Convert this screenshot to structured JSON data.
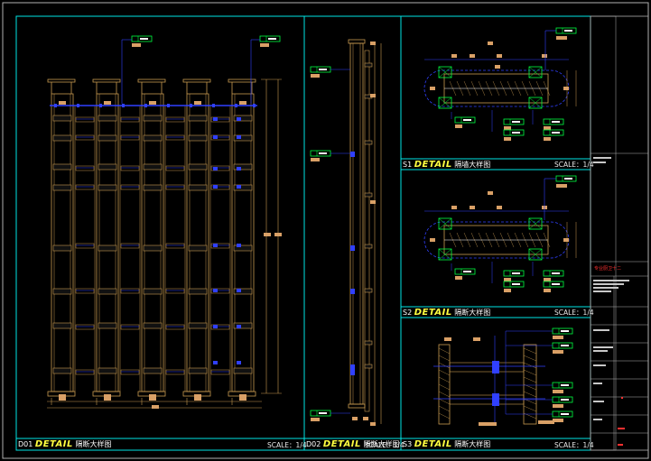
{
  "panels": [
    {
      "code": "D01",
      "detail": "DETAIL",
      "name": "隔断大样图",
      "scale": "SCALE：1/4"
    },
    {
      "code": "D02",
      "detail": "DETAIL",
      "name": "隔断大样图",
      "scale": "SCALE：1/4"
    },
    {
      "code": "S1",
      "detail": "DETAIL",
      "name": "隔墙大样图",
      "scale": "SCALE：1/4"
    },
    {
      "code": "S2",
      "detail": "DETAIL",
      "name": "隔断大样图",
      "scale": "SCALE：1/4"
    },
    {
      "code": "S3",
      "detail": "DETAIL",
      "name": "隔断大样图",
      "scale": "SCALE：1/4"
    }
  ],
  "title_block": {
    "project_name": "专业厨卫十二"
  },
  "colors": {
    "frame": "#00e5e5",
    "wood": "#c89a50",
    "blue": "#3040ff",
    "tag": "#00ff40",
    "label": "#d9a066",
    "white": "#ffffff",
    "red": "#ff3030"
  }
}
